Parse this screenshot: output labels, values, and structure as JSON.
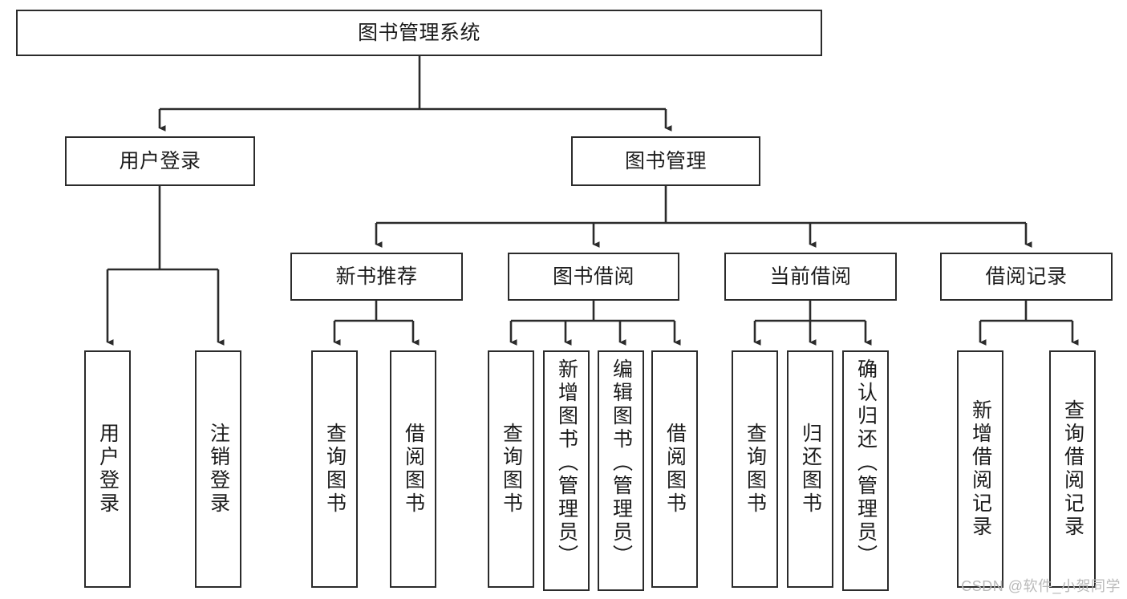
{
  "diagram": {
    "title": "图书管理系统",
    "watermark": "CSDN @软件_小贺同学",
    "line_color": "#2b2b2b",
    "box_fill": "#ffffff",
    "text_color": "#1b1b1b",
    "root": {
      "label": "图书管理系统"
    },
    "level2": [
      {
        "label": "用户登录"
      },
      {
        "label": "图书管理"
      }
    ],
    "level3": [
      {
        "label": "新书推荐"
      },
      {
        "label": "图书借阅"
      },
      {
        "label": "当前借阅"
      },
      {
        "label": "借阅记录"
      }
    ],
    "leaves": {
      "user_login": [
        {
          "label": "用户登录"
        },
        {
          "label": "注销登录"
        }
      ],
      "new_book_recommend": [
        {
          "label": "查询图书"
        },
        {
          "label": "借阅图书"
        }
      ],
      "book_borrow": [
        {
          "label": "查询图书"
        },
        {
          "label": "新增图书（管理员）"
        },
        {
          "label": "编辑图书（管理员）"
        },
        {
          "label": "借阅图书"
        }
      ],
      "current_borrow": [
        {
          "label": "查询图书"
        },
        {
          "label": "归还图书"
        },
        {
          "label": "确认归还（管理员）"
        }
      ],
      "borrow_record": [
        {
          "label": "新增借阅记录"
        },
        {
          "label": "查询借阅记录"
        }
      ]
    }
  }
}
